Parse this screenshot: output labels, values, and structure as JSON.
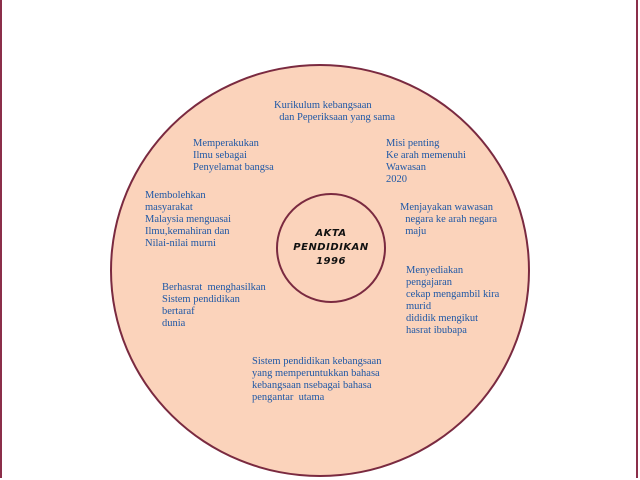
{
  "colors": {
    "circle_fill": "#fbd3bb",
    "circle_stroke": "#7a2a40",
    "frame": "#8b2e4a",
    "text": "#1f58a6",
    "center_text": "#111111"
  },
  "center": {
    "line1": "AKTA",
    "line2": "PENDIDIKAN",
    "line3": "1996"
  },
  "items": {
    "kurikulum": "Kurikulum kebangsaan\n  dan Peperiksaan yang sama",
    "memperakukan": "Memperakukan\nIlmu sebagai\nPenyelamat bangsa",
    "misi": "Misi penting\nKe arah memenuhi\nWawasan\n2020",
    "membolehkan": "Membolehkan\nmasyarakat\nMalaysia menguasai\nIlmu,kemahiran dan\nNilai-nilai murni",
    "menjayakan": "Menjayakan wawasan\n  negara ke arah negara\n  maju",
    "menyediakan": "Menyediakan\npengajaran\ncekap mengambil kira\nmurid\ndididik mengikut\nhasrat ibubapa",
    "berhasrat": "Berhasrat  menghasilkan\nSistem pendidikan\nbertaraf\ndunia",
    "sistem": "Sistem pendidikan kebangsaan\nyang memperuntukkan bahasa\nkebangsaan nsebagai bahasa\npengantar  utama"
  }
}
